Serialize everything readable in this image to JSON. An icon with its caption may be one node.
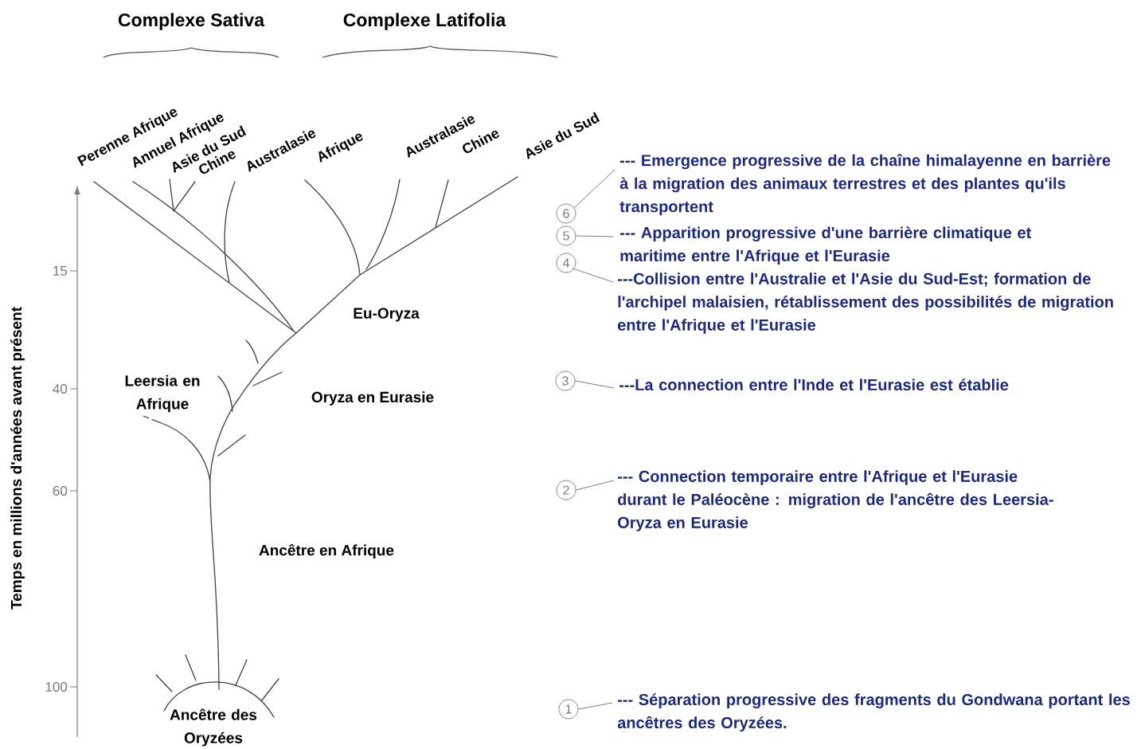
{
  "diagram": {
    "nodes": [
      {
        "text": [
          "6"
        ]
      },
      {
        "text": [
          "--- Emergence progressive de la chaîne himalayenne en barrière à la migration des animaux terrestres et des plantes qu'ils transportent"
        ]
      },
      {
        "text": [
          "5"
        ]
      },
      {
        "text": [
          "--- Apparition progressive d'une barrière climatique et maritime entre l'Afrique et l'Eurasie"
        ]
      },
      {
        "text": [
          "4"
        ]
      },
      {
        "text": [
          "---Collision entre l'Australie et l'Asie du Sud-Est; formation de l'archipel malaisien, rétablissement des possibilités de migration entre l'Afrique et l'Eurasie"
        ]
      },
      {
        "text": [
          "3"
        ]
      },
      {
        "text": [
          "---La connection entre l'Inde et l'Eurasie est établie"
        ]
      },
      {
        "text": [
          "2"
        ]
      },
      {
        "text": [
          "--- Connection temporaire entre l'Afrique et l'Eurasie durant le Paléocène : migration de l'ancêtre des Leersia-Oryza en Eurasie"
        ]
      },
      {
        "text": [
          "1"
        ]
      },
      {
        "text": [
          "--- Séparation progressive des fragments du Gondwana portant les ancêtres des Oryzées."
        ]
      }
    ],
    "edges": [
      {
        "from": 0,
        "to": 1,
        "arrow": "none"
      },
      {
        "from": 2,
        "to": 3,
        "arrow": "none"
      },
      {
        "from": 4,
        "to": 5,
        "arrow": "none"
      },
      {
        "from": 6,
        "to": 7,
        "arrow": "none"
      },
      {
        "from": 8,
        "to": 9,
        "arrow": "none"
      },
      {
        "from": 10,
        "to": 11,
        "arrow": "none"
      }
    ],
    "labels": [
      "Complexe Sativa",
      "Complexe Latifolia",
      "Perenne Afrique",
      "Annuel Afrique",
      "Asie du Sud",
      "Chine",
      "Australasie",
      "Afrique",
      "Australasie",
      "Chine",
      "Asie du Sud",
      "Eu-Oryza",
      "Leersia en Afrique",
      "Oryza en Eurasie",
      "Ancêtre en Afrique",
      "Ancêtre des Oryzées",
      "Temps en millions d'années avant présent",
      "15",
      "40",
      "60",
      "100"
    ]
  }
}
